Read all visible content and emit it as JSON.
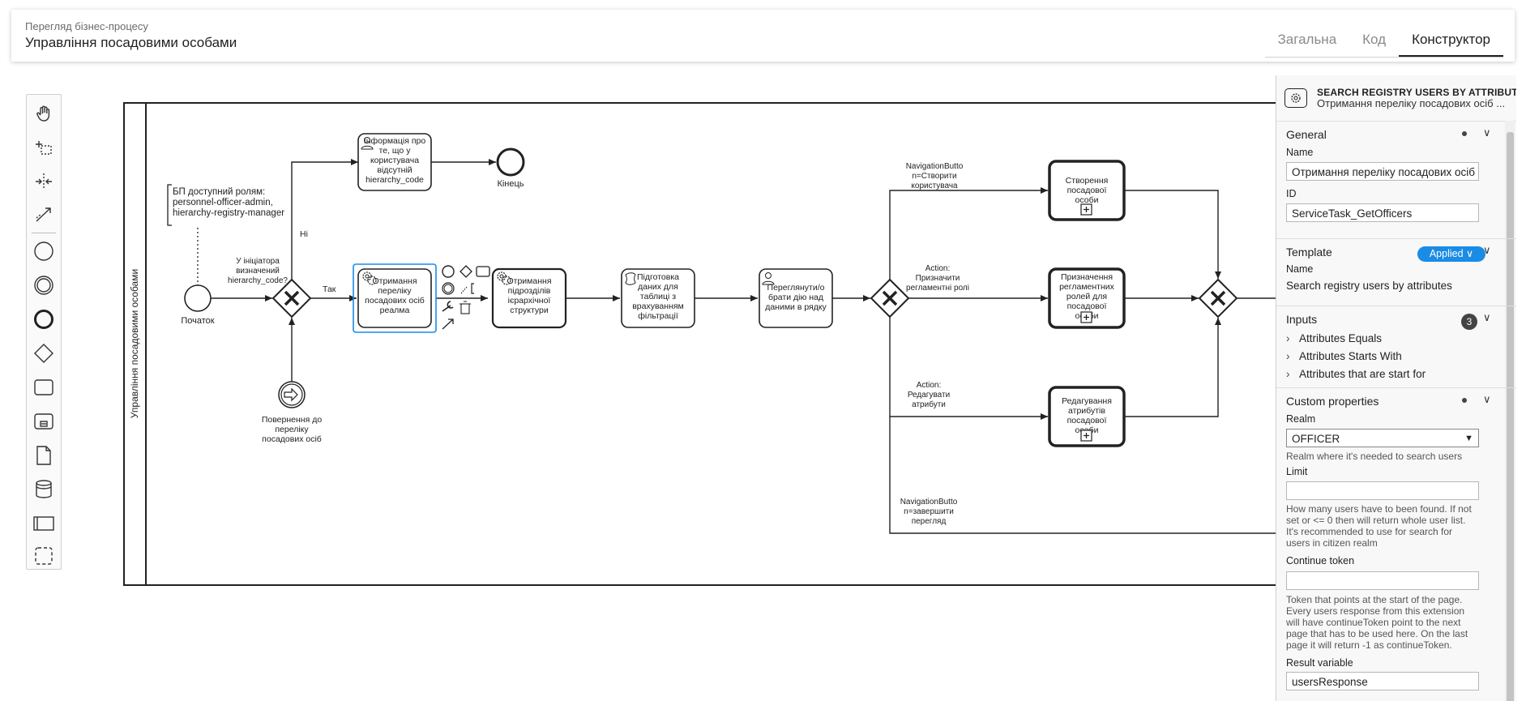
{
  "header": {
    "subtitle": "Перегляд бізнес-процесу",
    "title": "Управління посадовими особами",
    "tabs": [
      "Загальна",
      "Код",
      "Конструктор"
    ]
  },
  "palette": {
    "tools": [
      "hand-tool",
      "lasso-tool",
      "space-tool",
      "connect-tool",
      "start-event",
      "intermediate-event",
      "end-event",
      "gateway",
      "task",
      "subprocess",
      "data-object",
      "data-store",
      "pool",
      "group"
    ]
  },
  "diagram": {
    "pool_label": "Управління посадовими особами",
    "annotation": [
      "БП доступний ролям:",
      "personnel-officer-admin,",
      "hierarchy-registry-manager"
    ],
    "start_label": "Початок",
    "end_label": "Кінець",
    "return_event": [
      "Повернення до",
      "переліку",
      "посадових осіб"
    ],
    "gateway1_question": [
      "У ініціатора",
      "визначений",
      "hierarchy_code?"
    ],
    "flow_no": "Ні",
    "flow_yes": "Так",
    "task_info": [
      "Інформація про",
      "те, що у",
      "користувача",
      "відсутній",
      "hierarchy_code"
    ],
    "task_get_officers": [
      "Отримання",
      "переліку",
      "посадових осіб",
      "реалма"
    ],
    "task_get_units": [
      "Отримання",
      "підрозділів",
      "ієрархічної",
      "структури"
    ],
    "task_prepare": [
      "Підготовка",
      "даних для",
      "таблиці з",
      "врахуванням",
      "фільтрації"
    ],
    "task_view": [
      "Переглянути/о",
      "брати дію над",
      "даними в рядку"
    ],
    "branch_create_label": [
      "NavigationButto",
      "n=Створити",
      "користувача"
    ],
    "branch_assign_label": [
      "Action:",
      "Призначити",
      "регламентні ролі"
    ],
    "branch_edit_label": [
      "Action:",
      "Редагувати",
      "атрибути"
    ],
    "branch_finish_label": [
      "NavigationButto",
      "n=завершити",
      "перегляд"
    ],
    "sub_create": [
      "Створення",
      "посадової",
      "особи"
    ],
    "sub_assign": [
      "Призначення",
      "регламентних",
      "ролей для",
      "посадової",
      "особи"
    ],
    "sub_edit": [
      "Редагування",
      "атрибутів",
      "посадової",
      "особи"
    ]
  },
  "panel": {
    "element_type": "SEARCH REGISTRY USERS BY ATTRIBUTES",
    "element_name": "Отримання  переліку посадових осіб ...",
    "general": {
      "title": "General",
      "name_label": "Name",
      "name_value": "Отримання  переліку посадових осіб р",
      "id_label": "ID",
      "id_value": "ServiceTask_GetOfficers"
    },
    "template": {
      "title": "Template",
      "badge": "Applied",
      "name_label": "Name",
      "name_value": "Search registry users by attributes"
    },
    "inputs": {
      "title": "Inputs",
      "count": "3",
      "items": [
        "Attributes Equals",
        "Attributes Starts With",
        "Attributes that are start for"
      ]
    },
    "custom": {
      "title": "Custom properties",
      "realm_label": "Realm",
      "realm_value": "OFFICER",
      "realm_hint": "Realm where it's needed to search users",
      "limit_label": "Limit",
      "limit_value": "",
      "limit_hint": [
        "How many users have to been found. If not",
        "set or <= 0 then will return whole user list.",
        "It's recommended to use for search for",
        "users in citizen realm"
      ],
      "token_label": "Continue token",
      "token_value": "",
      "token_hint": [
        "Token that points at the start of the page.",
        "Every users response from this extension",
        "will have continueToken point to the next",
        "page that has to be used here. On the last",
        "page it will return -1 as continueToken."
      ],
      "result_label": "Result variable",
      "result_value": "usersResponse"
    }
  }
}
